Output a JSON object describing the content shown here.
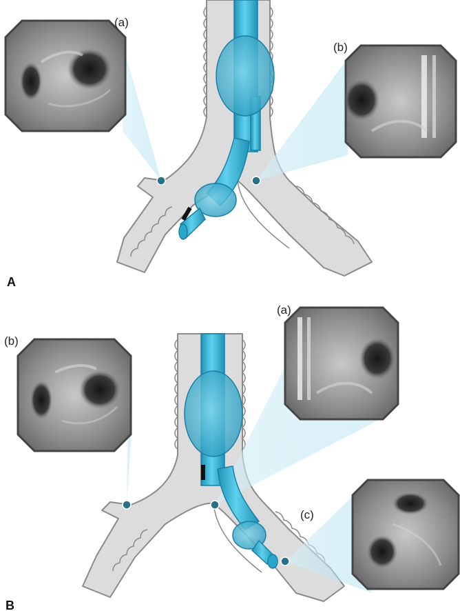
{
  "panels": [
    {
      "label": "A",
      "insets": [
        {
          "label": "(a)",
          "view": "bronchoscopic-view-left-main-bronchus"
        },
        {
          "label": "(b)",
          "view": "bronchoscopic-view-tracheal-carina"
        }
      ]
    },
    {
      "label": "B",
      "insets": [
        {
          "label": "(a)",
          "view": "bronchoscopic-view-tracheal-carina"
        },
        {
          "label": "(b)",
          "view": "bronchoscopic-view-left-main-bronchus"
        },
        {
          "label": "(c)",
          "view": "bronchoscopic-view-right-bronchus"
        }
      ]
    }
  ],
  "colors": {
    "tube": "#35b5d8",
    "tube_dark": "#1e8fb3",
    "airway_fill": "#dcdcdc",
    "airway_stroke": "#8a8a8a",
    "beam": "#bfe7f3",
    "photo_frame": "#444444"
  }
}
